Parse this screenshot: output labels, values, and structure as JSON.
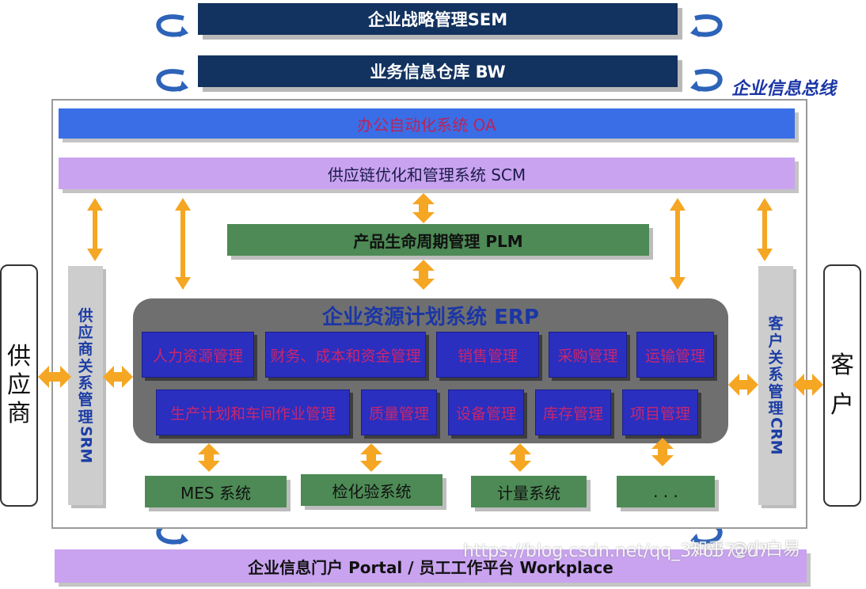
{
  "top": {
    "sem": "企业战略管理SEM",
    "bw": "业务信息仓库 BW",
    "bus_label": "企业信息总线"
  },
  "frame": {
    "oa": "办公自动化系统 OA",
    "scm": "供应链优化和管理系统 SCM",
    "plm": "产品生命周期管理 PLM",
    "srm": [
      "供",
      "应",
      "商",
      "关",
      "系",
      "管",
      "理",
      "SRM"
    ],
    "crm": [
      "客",
      "户",
      "关",
      "系",
      "管",
      "理",
      "CRM"
    ]
  },
  "external": {
    "supplier": [
      "供",
      "应",
      "商"
    ],
    "customer": [
      "客",
      "户"
    ]
  },
  "erp": {
    "title": "企业资源计划系统 ERP",
    "row1": [
      "人力资源管理",
      "财务、成本和资金管理",
      "销售管理",
      "采购管理",
      "运输管理"
    ],
    "row2": [
      "生产计划和车间作业管理",
      "质量管理",
      "设备管理",
      "库存管理",
      "项目管理"
    ]
  },
  "bottom_systems": [
    "MES 系统",
    "检化验系统",
    "计量系统",
    ". . ."
  ],
  "portal": "企业信息门户 Portal / 员工工作平台 Workplace",
  "watermark": {
    "url": "https://blog.csdn.net/qq_37657207",
    "zhihu": "知乎 @小白易"
  },
  "colors": {
    "navy": "#12325f",
    "oa_blue": "#3a6ee6",
    "lavender": "#c9a3f0",
    "green": "#4d8a55",
    "arrow_orange": "#f5a623",
    "cycle_blue": "#2d63b8"
  }
}
